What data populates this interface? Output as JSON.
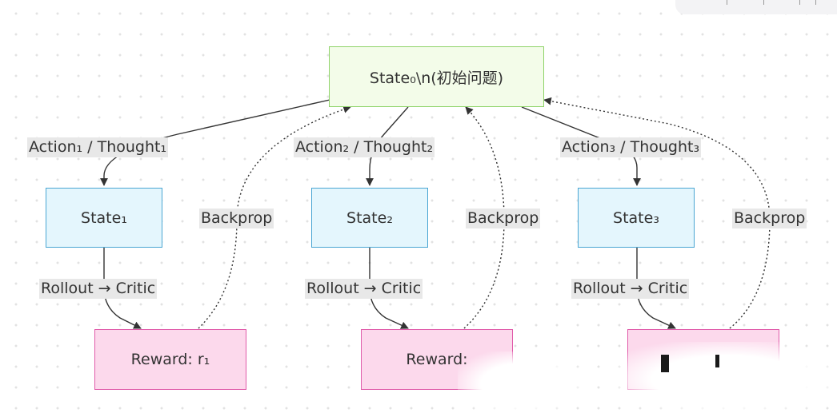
{
  "colors": {
    "root_fill": "#f3fce9",
    "root_stroke": "#8fd36a",
    "state_fill": "#e4f6fd",
    "state_stroke": "#4aa6d3",
    "reward_fill": "#fcd9ec",
    "reward_stroke": "#e05aa9",
    "edge_color": "#333333",
    "label_bg": "#e8e8e8"
  },
  "nodes": {
    "root": "State₀\\n(初始问题)",
    "state1": "State₁",
    "state2": "State₂",
    "state3": "State₃",
    "reward1": "Reward: r₁",
    "reward2": "Reward:",
    "reward3": ""
  },
  "edges": {
    "action1": "Action₁ / Thought₁",
    "action2": "Action₂ / Thought₂",
    "action3": "Action₃ / Thought₃",
    "rollout1": "Rollout → Critic",
    "rollout2": "Rollout → Critic",
    "rollout3": "Rollout → Critic",
    "backprop1": "Backprop",
    "backprop2": "Backprop",
    "backprop3": "Backprop"
  }
}
